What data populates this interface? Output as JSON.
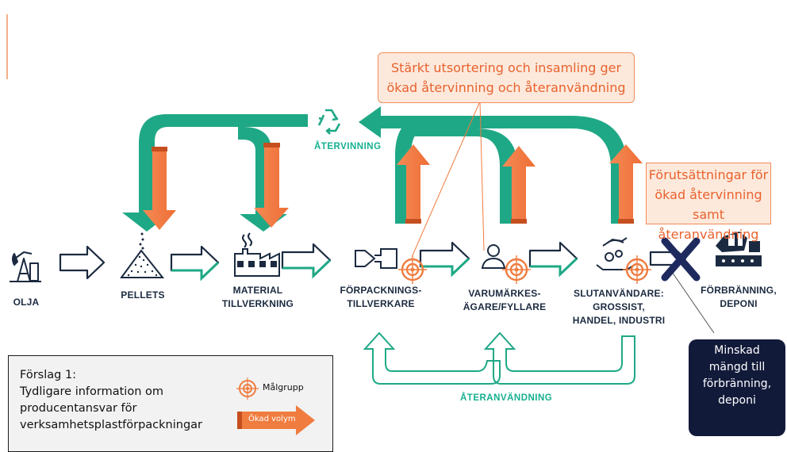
{
  "callouts": {
    "top": [
      "Stärkt utsortering och insamling ger",
      "ökad återvinning och återanvändning"
    ],
    "right": [
      "Förutsättningar för",
      "ökad återvinning samt",
      "återanvändning"
    ]
  },
  "flow_labels": {
    "atervinning": "ÅTERVINNING",
    "ateranvandning": "ÅTERANVÄNDNING"
  },
  "stages": {
    "olja": "OLJA",
    "pellets": "PELLETS",
    "material": [
      "MATERIAL",
      "TILLVERKNING"
    ],
    "forpackning": [
      "FÖRPACKNINGS-",
      "TILLVERKARE"
    ],
    "varumarke": [
      "VARUMÄRKES-",
      "ÄGARE/FYLLARE"
    ],
    "slutanvandare": [
      "SLUTANVÄNDARE:",
      "GROSSIST,",
      "HANDEL, INDUSTRI"
    ],
    "forbranning": [
      "FÖRBRÄNNING,",
      "DEPONI"
    ]
  },
  "minskad": [
    "Minskad",
    "mängd till",
    "förbränning,",
    "deponi"
  ],
  "legend": {
    "lines": [
      "Förslag 1:",
      "Tydligare information om",
      "producentansvar för",
      "verksamhetsplastförpackningar"
    ],
    "malgrupp": "Målgrupp",
    "okad_volym": "Ökad volym"
  },
  "colors": {
    "green": "#1fa886",
    "orange": "#f07c3f",
    "navy": "#121a3a"
  },
  "icons": [
    "oil-pump-icon",
    "pellets-icon",
    "factory-icon",
    "mold-icon",
    "person-icon",
    "hand-gears-icon",
    "landfill-icon",
    "recycle-icon",
    "target-icon",
    "cross-icon"
  ]
}
